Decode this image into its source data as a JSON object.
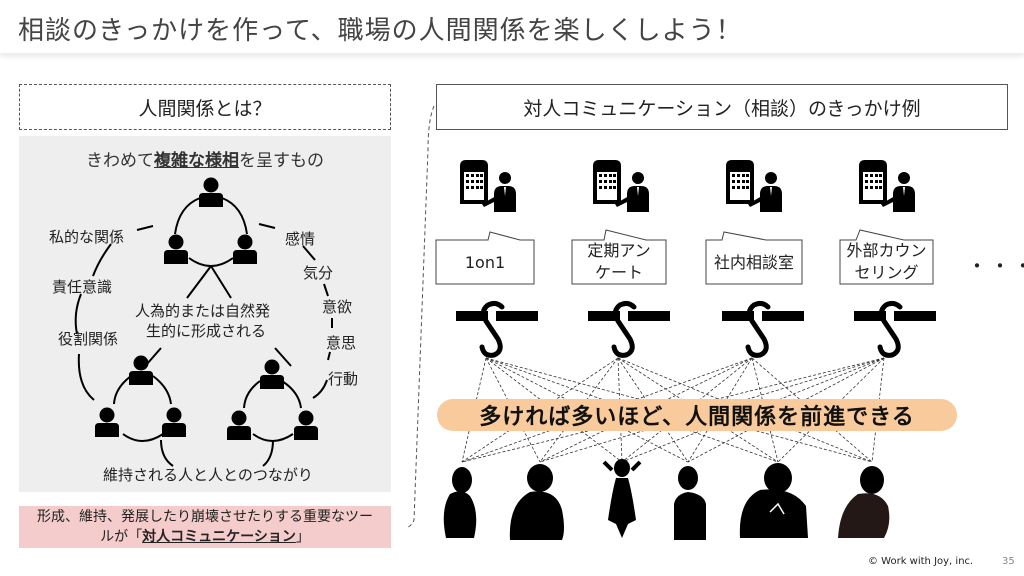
{
  "header": {
    "title": "相談のきっかけを作って、職場の人間関係を楽しくしよう！"
  },
  "left": {
    "heading": "人間関係とは？",
    "subtitle_pre": "きわめて",
    "subtitle_emph": "複雑な様相",
    "subtitle_post": "を呈すもの",
    "labels": {
      "private": "私的な関係",
      "responsibility": "責任意識",
      "role": "役割関係",
      "emotion": "感情",
      "mood": "気分",
      "motivation": "意欲",
      "will": "意思",
      "action": "行動",
      "formed_line1": "人為的または自然発",
      "formed_line2": "生的に形成される",
      "maintained": "維持される人と人とのつながり"
    },
    "note_line1": "形成、維持、発展したり崩壊させたりする重要なツー",
    "note_line2_pre": "ルが「",
    "note_line2_emph": "対人コミュニケーション",
    "note_line2_post": "」"
  },
  "right": {
    "heading": "対人コミュニケーション（相談）のきっかけ例",
    "examples": [
      {
        "label_line1": "1on1",
        "label_line2": "",
        "icon": "building-presenter-icon"
      },
      {
        "label_line1": "定期アン",
        "label_line2": "ケート",
        "icon": "building-presenter-icon"
      },
      {
        "label_line1": "社内相談室",
        "label_line2": "",
        "icon": "building-presenter-icon"
      },
      {
        "label_line1": "外部カウン",
        "label_line2": "セリング",
        "icon": "building-presenter-icon"
      }
    ],
    "more": "・・・",
    "banner": "多ければ多いほど、人間関係を前進できる",
    "people_count": 6
  },
  "colors": {
    "gray_panel": "#eeeeee",
    "pink_note": "#f4cccc",
    "orange_banner": "#f9cb9c",
    "title_text": "#444444"
  },
  "footer": {
    "copyright": "© Work with Joy, inc.",
    "page_number": "35"
  }
}
